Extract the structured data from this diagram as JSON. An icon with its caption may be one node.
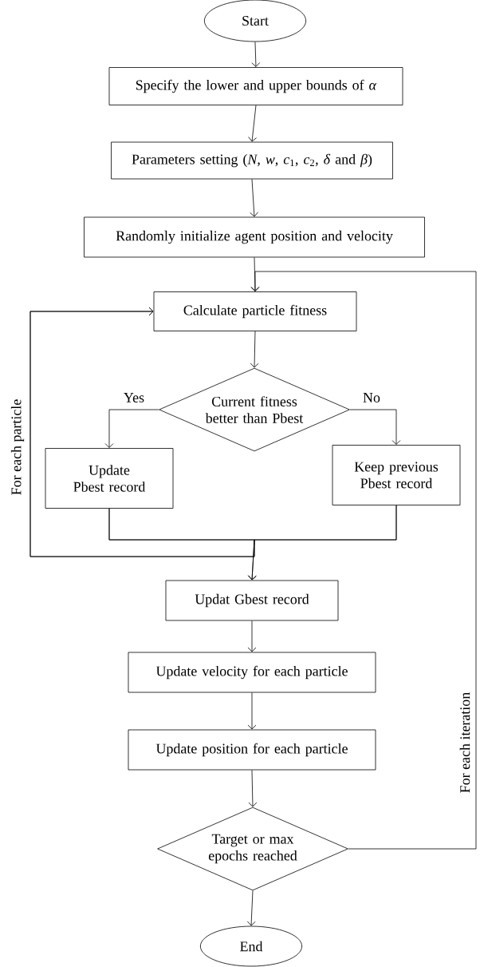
{
  "diagram": {
    "nodes": [
      {
        "text": [
          "Start"
        ]
      },
      {
        "text": [
          "Specify the lower and upper bounds of *α*"
        ]
      },
      {
        "text": [
          "Parameters setting (*N*, *w*, *c*$_{1}$, *c*$_{2}$, *δ* and *β*)"
        ]
      },
      {
        "text": [
          "Randomly initialize agent position and velocity"
        ]
      },
      {
        "text": [
          "Calculate particle fitness"
        ]
      },
      {
        "text": [
          "Current fitness better than Pbest"
        ]
      },
      {
        "text": [
          "Update Pbest record"
        ]
      },
      {
        "text": [
          "Keep previous Pbest record"
        ]
      },
      {
        "text": [
          "Updat Gbest record"
        ]
      },
      {
        "text": [
          "Update velocity for each particle"
        ]
      },
      {
        "text": [
          "Update position for each particle"
        ]
      },
      {
        "text": [
          "Target or max epochs reached"
        ]
      },
      {
        "text": [
          "End"
        ]
      }
    ],
    "edges": [
      {
        "from": 0,
        "to": 1,
        "arrow": "to"
      },
      {
        "from": 1,
        "to": 2,
        "arrow": "to"
      },
      {
        "from": 2,
        "to": 3,
        "arrow": "to"
      },
      {
        "from": 3,
        "to": 4,
        "arrow": "to"
      },
      {
        "from": 4,
        "to": 5,
        "arrow": "to"
      },
      {
        "from": 5,
        "to": 6,
        "arrow": "to",
        "label": "Yes"
      },
      {
        "from": 5,
        "to": 7,
        "arrow": "to",
        "label": "No"
      },
      {
        "from": 6,
        "to": 8,
        "arrow": "to"
      },
      {
        "from": 7,
        "to": 8,
        "arrow": "to"
      },
      {
        "from": 6,
        "to": 4,
        "arrow": "to",
        "label": "For each particle"
      },
      {
        "from": 7,
        "to": 4,
        "arrow": "to"
      },
      {
        "from": 8,
        "to": 9,
        "arrow": "to"
      },
      {
        "from": 9,
        "to": 10,
        "arrow": "to"
      },
      {
        "from": 10,
        "to": 11,
        "arrow": "to"
      },
      {
        "from": 11,
        "to": 12,
        "arrow": "to"
      },
      {
        "from": 11,
        "to": 4,
        "arrow": "to",
        "label": "For each iteration"
      }
    ]
  }
}
